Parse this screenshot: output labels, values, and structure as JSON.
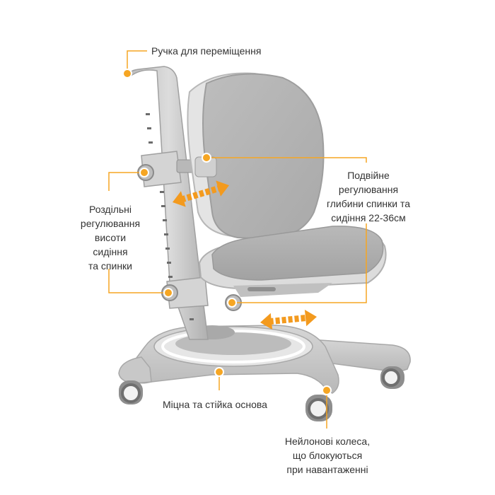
{
  "accent_color": "#f6a623",
  "arrow_color": "#f39a1e",
  "chair_gray": "#cfcfcf",
  "callouts": {
    "handle": {
      "text": "Ручка для переміщення"
    },
    "depth": {
      "lines": [
        "Подвійне",
        "регулювання",
        "глибини спинки та",
        "сидіння 22-36см"
      ]
    },
    "height": {
      "lines": [
        "Роздільні",
        "регулювання",
        "висоти",
        "сидіння",
        "та спинки"
      ]
    },
    "base": {
      "text": "Міцна та стійка основа"
    },
    "wheels": {
      "lines": [
        "Нейлонові колеса,",
        "що блокуються",
        "при навантаженні"
      ]
    }
  },
  "icons": [
    "marker-icon",
    "double-arrow-icon"
  ]
}
